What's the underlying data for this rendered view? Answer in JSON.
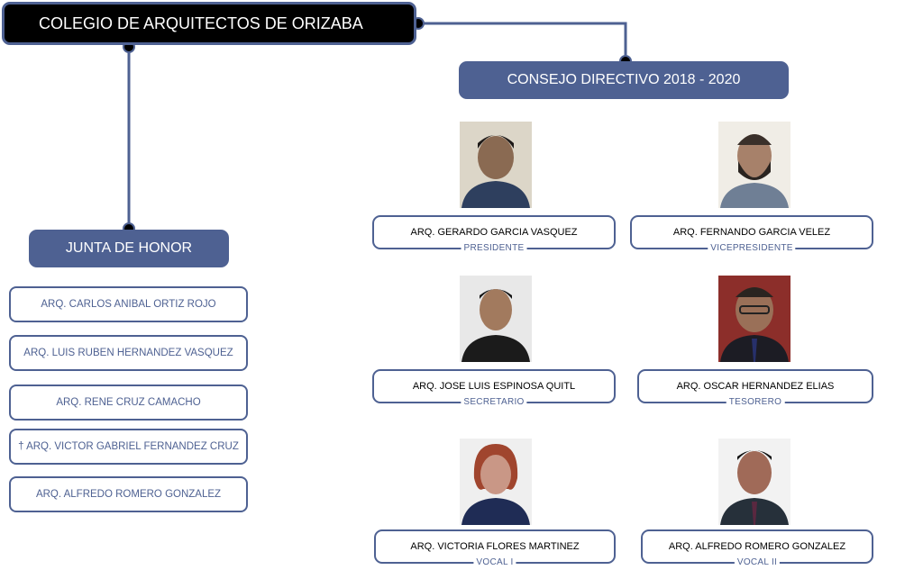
{
  "title": "COLEGIO DE ARQUITECTOS DE ORIZABA",
  "consejo": {
    "heading": "CONSEJO DIRECTIVO 2018 - 2020",
    "members": [
      {
        "name": "ARQ. GERARDO GARCIA VASQUEZ",
        "role": "PRESIDENTE"
      },
      {
        "name": "ARQ. FERNANDO GARCIA VELEZ",
        "role": "VICEPRESIDENTE"
      },
      {
        "name": "ARQ. JOSE LUIS ESPINOSA QUITL",
        "role": "SECRETARIO"
      },
      {
        "name": "ARQ. OSCAR HERNANDEZ ELIAS",
        "role": "TESORERO"
      },
      {
        "name": "ARQ. VICTORIA FLORES MARTINEZ",
        "role": "VOCAL I"
      },
      {
        "name": "ARQ. ALFREDO ROMERO GONZALEZ",
        "role": "VOCAL II"
      }
    ]
  },
  "junta": {
    "heading": "JUNTA DE HONOR",
    "members": [
      "ARQ. CARLOS ANIBAL ORTIZ ROJO",
      "ARQ. LUIS RUBEN HERNANDEZ VASQUEZ",
      "ARQ. RENE CRUZ CAMACHO",
      "† ARQ. VICTOR GABRIEL FERNANDEZ CRUZ",
      "ARQ. ALFREDO ROMERO GONZALEZ"
    ]
  },
  "colors": {
    "accent": "#4e6192",
    "title_bg": "#000000"
  }
}
